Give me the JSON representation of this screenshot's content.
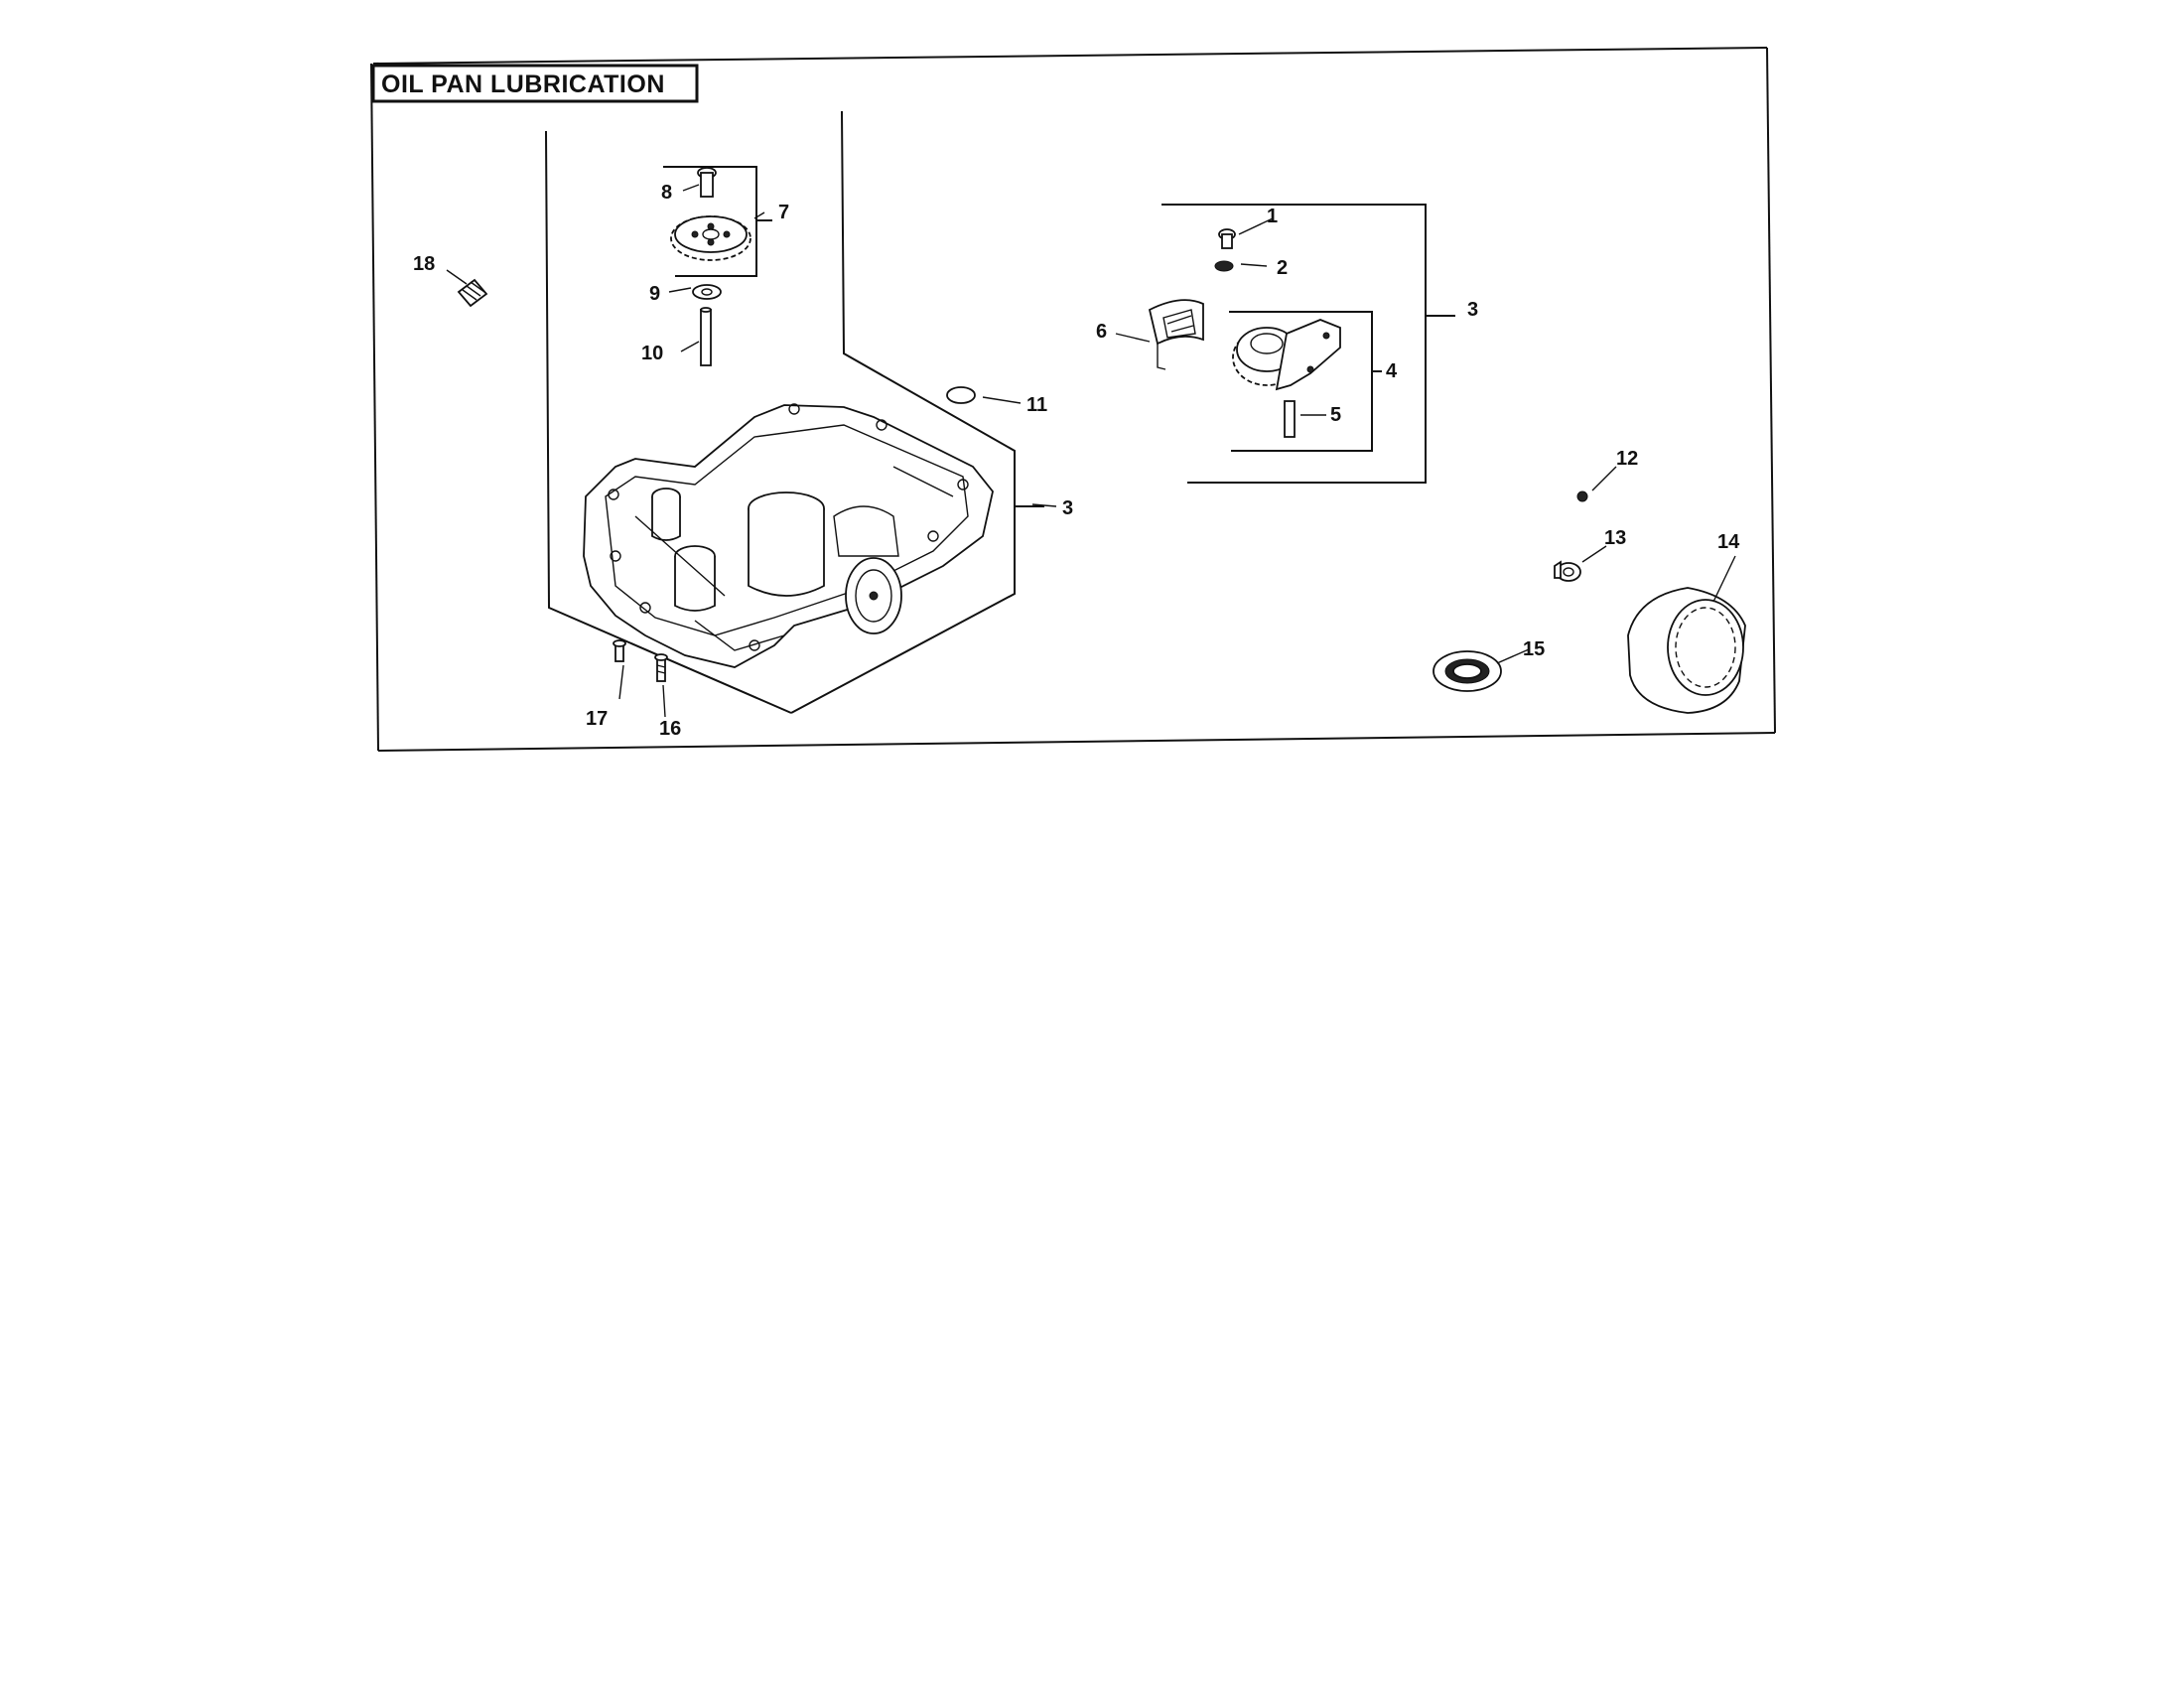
{
  "title": "OIL PAN LUBRICATION",
  "parts": [
    {
      "key": "p1",
      "label": "1"
    },
    {
      "key": "p2",
      "label": "2"
    },
    {
      "key": "p3a",
      "label": "3"
    },
    {
      "key": "p3b",
      "label": "3"
    },
    {
      "key": "p4",
      "label": "4"
    },
    {
      "key": "p5",
      "label": "5"
    },
    {
      "key": "p6",
      "label": "6"
    },
    {
      "key": "p7",
      "label": "7"
    },
    {
      "key": "p8",
      "label": "8"
    },
    {
      "key": "p9",
      "label": "9"
    },
    {
      "key": "p10",
      "label": "10"
    },
    {
      "key": "p11",
      "label": "11"
    },
    {
      "key": "p12",
      "label": "12"
    },
    {
      "key": "p13",
      "label": "13"
    },
    {
      "key": "p14",
      "label": "14"
    },
    {
      "key": "p15",
      "label": "15"
    },
    {
      "key": "p16",
      "label": "16"
    },
    {
      "key": "p17",
      "label": "17"
    },
    {
      "key": "p18",
      "label": "18"
    }
  ]
}
